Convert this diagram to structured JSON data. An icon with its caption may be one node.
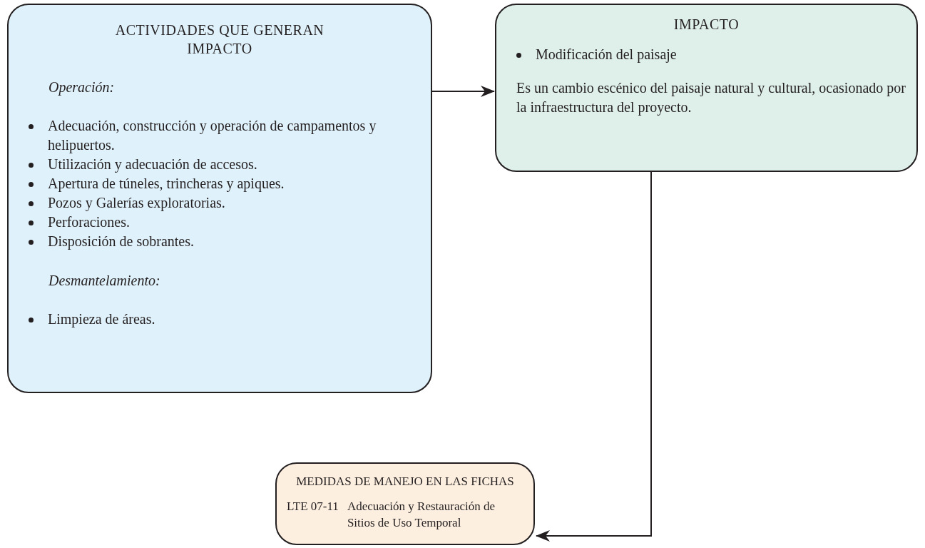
{
  "diagram": {
    "nodes": [
      {
        "text": [
          "ACTIVIDADES QUE GENERAN IMPACTO",
          "Operación:",
          "Adecuación, construcción y operación de campamentos y helipuertos.",
          "Utilización y adecuación de accesos.",
          "Apertura de túneles, trincheras y apiques.",
          "Pozos y Galerías exploratorias.",
          "Perforaciones.",
          "Disposición de sobrantes.",
          "Desmantelamiento:",
          "Limpieza de áreas."
        ]
      },
      {
        "text": [
          "IMPACTO",
          "Modificación del paisaje",
          "Es un cambio escénico del paisaje natural y cultural, ocasionado por la infraestructura del proyecto."
        ]
      },
      {
        "text": [
          "MEDIDAS DE MANEJO EN LAS FICHAS",
          "LTE 07-11",
          "Adecuación y Restauración de Sitios de Uso Temporal"
        ]
      }
    ],
    "edges": [
      {
        "from": 0,
        "to": 1,
        "arrow": "to"
      },
      {
        "from": 1,
        "to": 2,
        "arrow": "to"
      }
    ]
  }
}
